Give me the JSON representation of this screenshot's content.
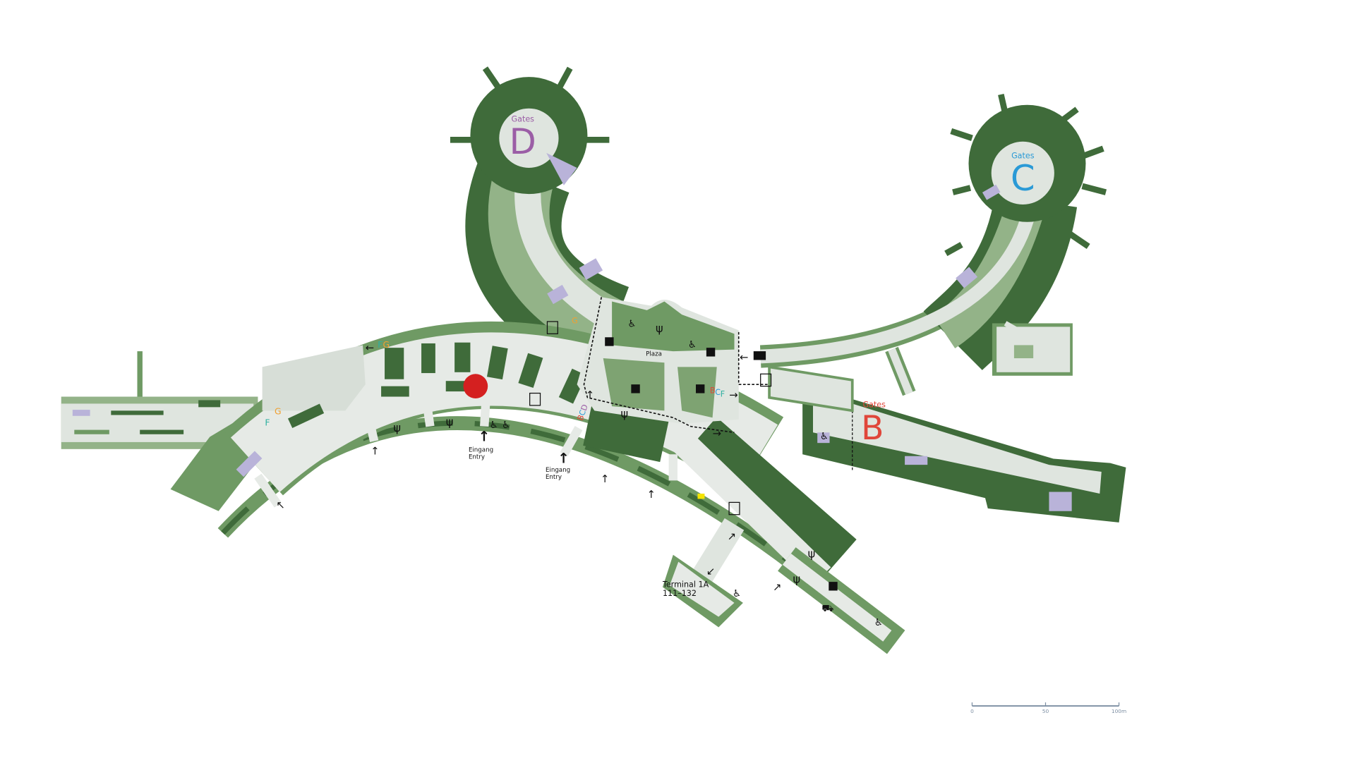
{
  "map": {
    "gates": [
      {
        "title": "Gates",
        "letter": "D",
        "color": "#9b5ea6"
      },
      {
        "title": "Gates",
        "letter": "C",
        "color": "#2a9ad6"
      },
      {
        "title": "Gates",
        "letter": "B",
        "color": "#e0463a"
      }
    ],
    "plaza": "Plaza",
    "entries": [
      {
        "line1": "Eingang",
        "line2": "Entry"
      },
      {
        "line1": "Eingang",
        "line2": "Entry"
      }
    ],
    "terminal": {
      "name": "Terminal 1A",
      "gates": "111–132"
    },
    "direction_labels": {
      "fg_top": [
        "F",
        "G"
      ],
      "g_left": "G",
      "f_left": "F",
      "g_pier_d": "G",
      "bcd": [
        "B",
        "C",
        "D"
      ],
      "bcf": [
        "B",
        "C",
        "F"
      ]
    },
    "you_are_here_color": "#d42020",
    "colors": {
      "dark_green": "#3f6b3a",
      "mid_green": "#6f9a64",
      "light_green": "#93b388",
      "corridor": "#e6eae6",
      "service": "#b9b3d9",
      "orange": "#f0a030",
      "teal": "#2fb0a0"
    }
  },
  "scale_bar": {
    "ticks": [
      "0",
      "50",
      "100m"
    ]
  }
}
